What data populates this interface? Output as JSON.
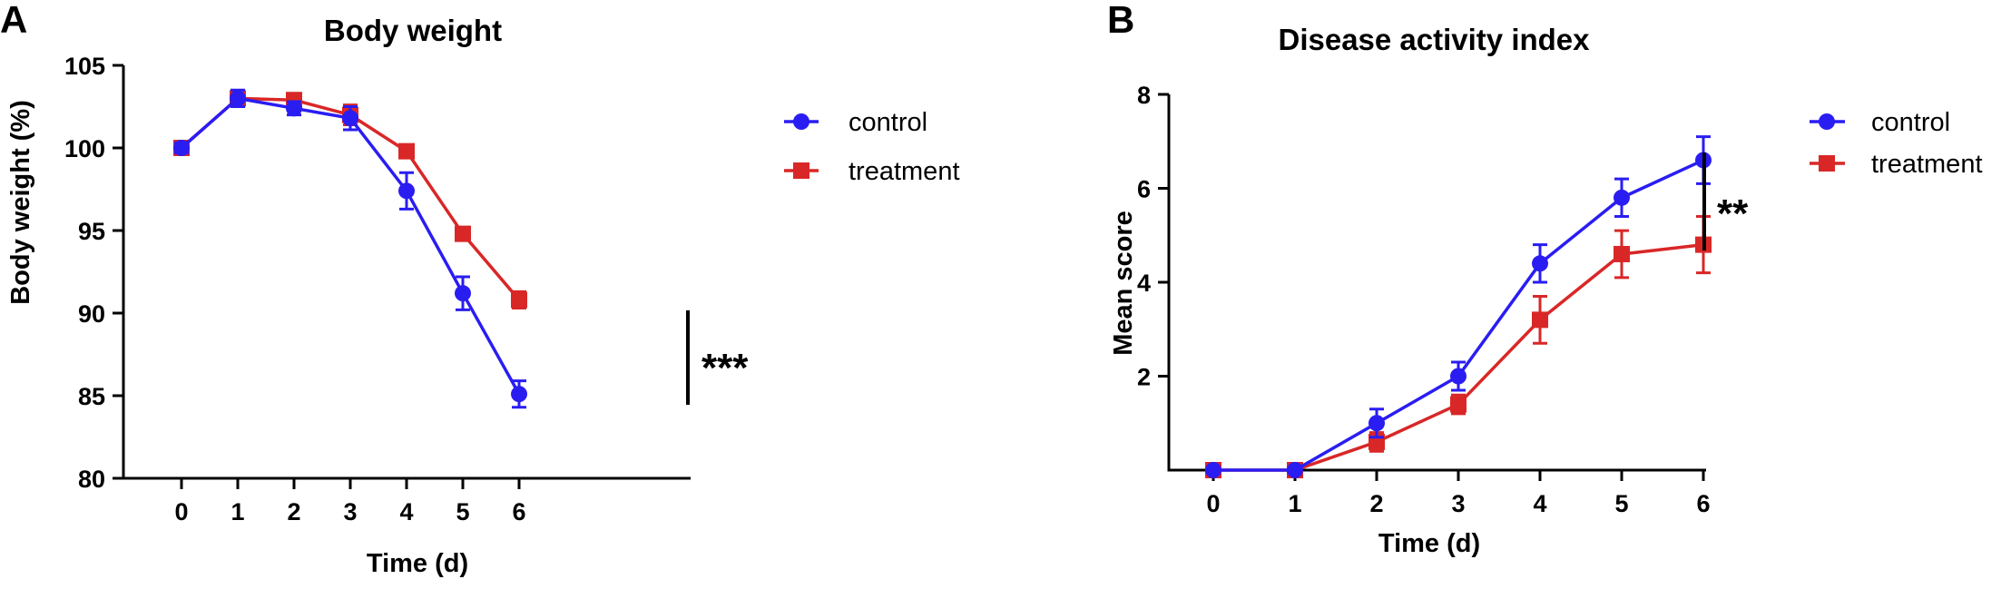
{
  "colors": {
    "control": "#2a1df2",
    "treatment": "#d92727",
    "axis": "#000000"
  },
  "chart_data": [
    {
      "panel_label": "A",
      "type": "line",
      "title": "Body weight",
      "xlabel": "Time (d)",
      "ylabel": "Body weight (%)",
      "x": [
        0,
        1,
        2,
        3,
        4,
        5,
        6
      ],
      "ylim": [
        80,
        105
      ],
      "yticks": [
        80,
        85,
        90,
        95,
        100,
        105
      ],
      "series": [
        {
          "name": "control",
          "marker": "circle",
          "color": "#2a1df2",
          "values": [
            100,
            103,
            102.4,
            101.8,
            97.4,
            91.2,
            85.1
          ],
          "errors": [
            0.3,
            0.5,
            0.4,
            0.7,
            1.1,
            1.0,
            0.8
          ]
        },
        {
          "name": "treatment",
          "marker": "square",
          "color": "#d92727",
          "values": [
            100,
            103,
            102.9,
            102,
            99.8,
            94.8,
            90.8
          ],
          "errors": [
            0.2,
            0.4,
            0.3,
            0.6,
            0.3,
            0.4,
            0.5
          ]
        }
      ],
      "significance": "***",
      "legend": "top-right"
    },
    {
      "panel_label": "B",
      "type": "line",
      "title": "Disease activity index",
      "xlabel": "Time (d)",
      "ylabel": "Mean score",
      "x": [
        0,
        1,
        2,
        3,
        4,
        5,
        6
      ],
      "ylim": [
        0,
        8
      ],
      "yticks": [
        2,
        4,
        6,
        8
      ],
      "series": [
        {
          "name": "control",
          "marker": "circle",
          "color": "#2a1df2",
          "values": [
            0,
            0,
            1.0,
            2.0,
            4.4,
            5.8,
            6.6
          ],
          "errors": [
            0,
            0,
            0.3,
            0.3,
            0.4,
            0.4,
            0.5
          ]
        },
        {
          "name": "treatment",
          "marker": "square",
          "color": "#d92727",
          "values": [
            0,
            0,
            0.6,
            1.4,
            3.2,
            4.6,
            4.8
          ],
          "errors": [
            0,
            0,
            0.2,
            0.2,
            0.5,
            0.5,
            0.6
          ]
        }
      ],
      "significance": "**",
      "legend": "top-right"
    }
  ]
}
